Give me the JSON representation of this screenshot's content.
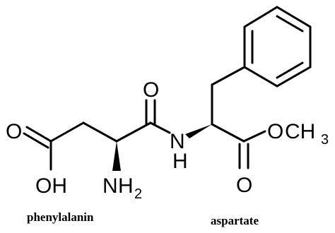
{
  "molecule": {
    "atoms": {
      "o_carboxyl_double": "O",
      "oh_label": "OH",
      "amine_n": "N",
      "amine_h": "H",
      "amine_h_subscript": "2",
      "o_amide": "O",
      "amide_n": "N",
      "amide_h": "H",
      "o_ester_ring": "O",
      "ester_o": "O",
      "methyl_c": "CH",
      "methyl_subscript": "3"
    }
  },
  "captions": {
    "left": "phenylalanin",
    "right": "aspartate"
  }
}
